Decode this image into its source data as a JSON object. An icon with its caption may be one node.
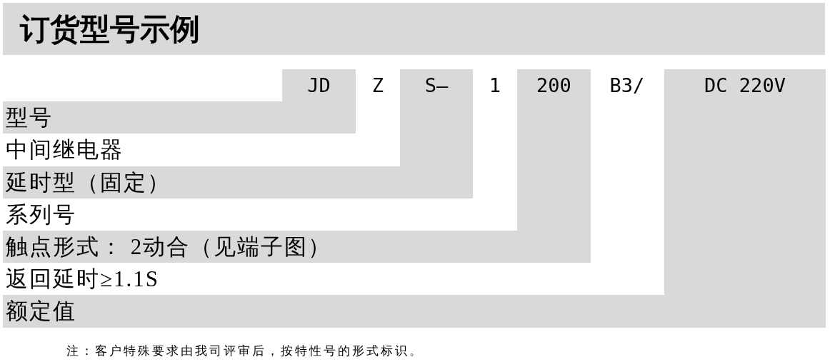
{
  "diagram": {
    "title": "订货型号示例",
    "nodes": [
      {
        "text": [
          "JD",
          "型号"
        ]
      },
      {
        "text": [
          "S—",
          "延时型（固定）"
        ]
      },
      {
        "text": [
          "200",
          "触点形式： 2动合（见端子图）"
        ]
      },
      {
        "text": [
          "DC 220V",
          "额定值"
        ]
      }
    ],
    "labels": [
      "Z",
      "1",
      "B3/",
      "中间继电器",
      "系列号",
      "返回延时≥1.1S",
      "注：客户特殊要求由我司评审后，按特性号的形式标识。"
    ]
  }
}
